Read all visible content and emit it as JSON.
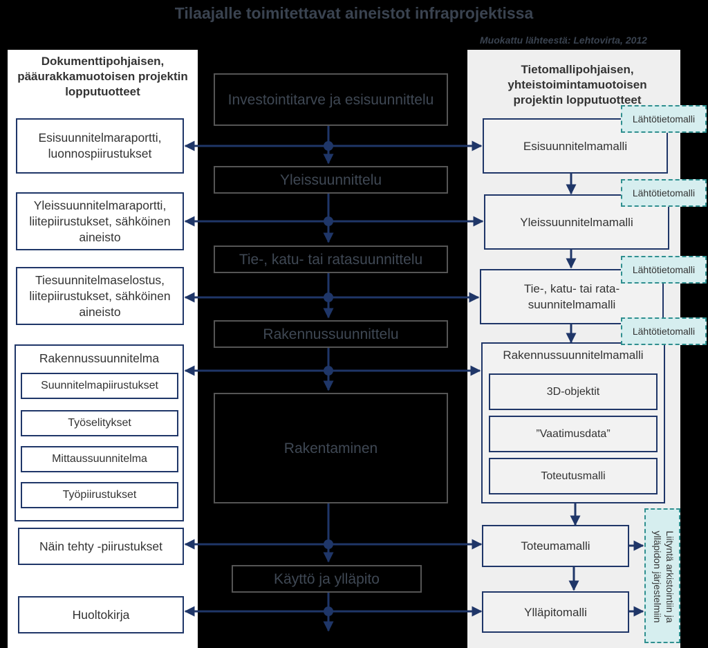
{
  "diagram": {
    "title": "Tilaajalle toimitettavat aineistot infraprojektissa",
    "source": "Muokattu lähteestä: Lehtovirta, 2012",
    "left_heading": "Dokumenttipohjaisen, pääurakkamuotoisen projektin lopputuotteet",
    "right_heading": "Tietomallipohjaisen, yhteistoimintamuotoisen projektin lopputuotteet",
    "left": {
      "esisuunnitelma": "Esisuunnitelmaraportti, luonnospiirustukset",
      "yleissuunnitelma": "Yleissuunnitelmaraportti, liitepiirustukset, sähköinen aineisto",
      "tiesuunnitelma": "Tiesuunnitelmaselostus, liitepiirustukset, sähköinen aineisto",
      "rakennussuunnitelma": "Rakennussuunnitelma",
      "rakennussuunnitelma_items": [
        "Suunnitelmapiirustukset",
        "Työselitykset",
        "Mittaussuunnitelma",
        "Työpiirustukset"
      ],
      "nain_tehty": "Näin tehty -piirustukset",
      "huoltokirja": "Huoltokirja"
    },
    "center": {
      "investointi": "Investointitarve ja esisuunnittelu",
      "yleissuunnittelu": "Yleissuunnittelu",
      "tie": "Tie-, katu- tai ratasuunnittelu",
      "rakennussuunnittelu": "Rakennussuunnittelu",
      "rakentaminen": "Rakentaminen",
      "kaytto": "Käyttö ja ylläpito"
    },
    "right": {
      "esisuunnitelmamalli": "Esisuunnitelmamalli",
      "yleissuunnitelmamalli": "Yleissuunnitelmamalli",
      "tiemalli": "Tie-, katu- tai rata- suunnitelmamalli",
      "rakennussuunnitelmamalli": "Rakennussuunnitelmamalli",
      "rakennussuunnitelmamalli_items": [
        "3D-objektit",
        "”Vaatimusdata”",
        "Toteutusmalli"
      ],
      "toteumamalli": "Toteumamalli",
      "yllapitomalli": "Ylläpitomalli"
    },
    "tags": {
      "lahtotietomalli": "Lähtötietomalli",
      "liityntä": "Liityntä arkistointiin ja ylläpidon järjestelmiin"
    }
  }
}
